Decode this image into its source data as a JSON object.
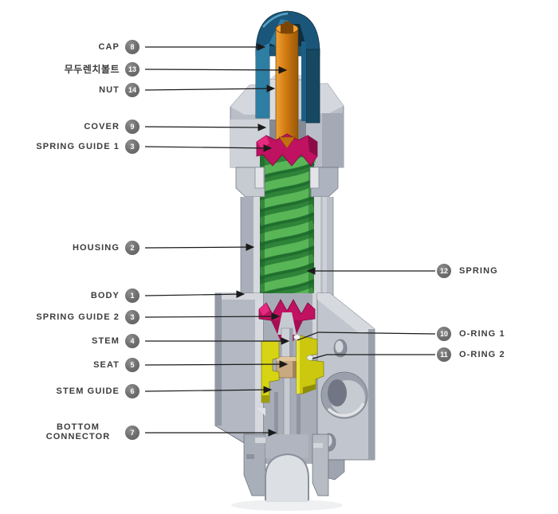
{
  "diagram": {
    "type": "valve-cutaway-part-diagram",
    "labels_left": [
      {
        "text": "CAP",
        "num": "8"
      },
      {
        "text": "무두렌치볼트",
        "num": "13"
      },
      {
        "text": "NUT",
        "num": "14"
      },
      {
        "text": "COVER",
        "num": "9"
      },
      {
        "text": "SPRING GUIDE 1",
        "num": "3"
      },
      {
        "text": "HOUSING",
        "num": "2"
      },
      {
        "text": "BODY",
        "num": "1"
      },
      {
        "text": "SPRING GUIDE 2",
        "num": "3"
      },
      {
        "text": "STEM",
        "num": "4"
      },
      {
        "text": "SEAT",
        "num": "5"
      },
      {
        "text": "STEM GUIDE",
        "num": "6"
      },
      {
        "text": "BOTTOM CONNECTOR",
        "num": "7"
      }
    ],
    "labels_right": [
      {
        "text": "SPRING",
        "num": "12"
      },
      {
        "text": "O-RING 1",
        "num": "10"
      },
      {
        "text": "O-RING 2",
        "num": "11"
      }
    ],
    "colors": {
      "label_text": "#3c3c3c",
      "badge_fill": "#6d6d6d",
      "badge_text": "#ffffff",
      "leader_line": "#1a1a1a",
      "cap_teal": "#1a567a",
      "set_screw_orange": "#d07a10",
      "spring_green": "#46a14b",
      "spring_guide_magenta": "#c11161",
      "stem_guide_yellow": "#d7d414",
      "seat_tan": "#c9a97f",
      "metal_gray": "#b9bec8"
    }
  }
}
